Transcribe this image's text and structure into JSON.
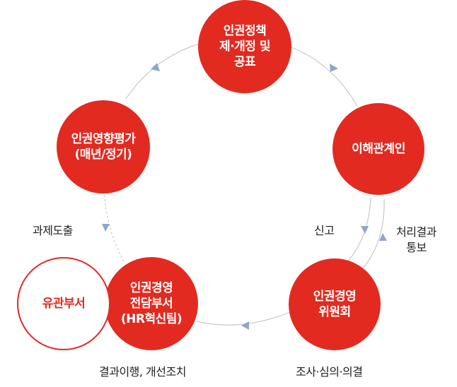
{
  "colors": {
    "node_fill": "#e32a20",
    "ring_line": "#c8c8c8",
    "arrow": "#8fa7c6",
    "text": "#222222"
  },
  "nodes": {
    "policy": {
      "label": "인권정책\n제·개정 및\n공표"
    },
    "stakeholder": {
      "label": "이해관계인"
    },
    "committee": {
      "label": "인권경영\n위원회"
    },
    "hr_team": {
      "label": "인권경영\n전담부서\n(HR혁신팀)"
    },
    "assessment": {
      "label": "인권영향평가\n(매년/정기)"
    },
    "related_dept": {
      "label": "유관부서"
    }
  },
  "edge_labels": {
    "report": "신고",
    "notify_result": "처리결과\n통보",
    "investigate": "조사·심의·의결",
    "action": "결과이행, 개선조치",
    "derive_tasks": "과제도출"
  }
}
